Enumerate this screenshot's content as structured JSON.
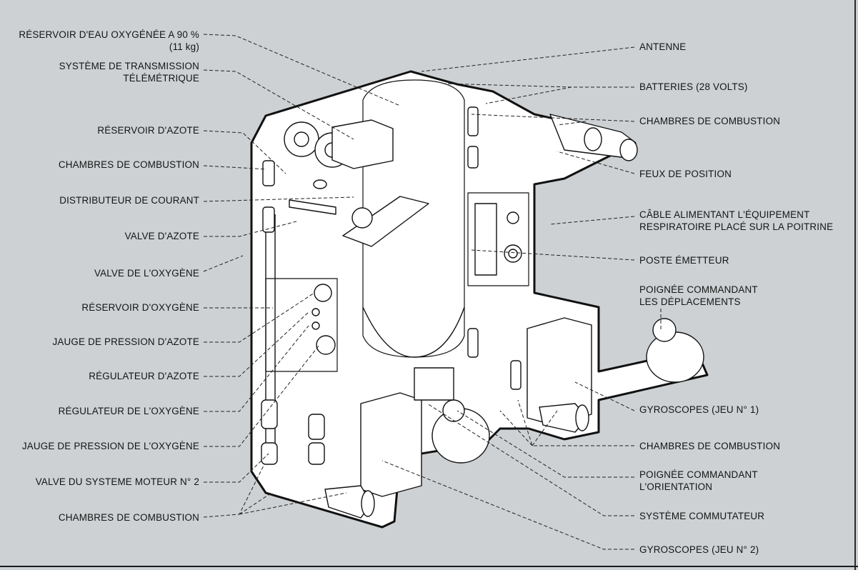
{
  "diagram": {
    "subject": "Manned maneuvering unit backpack (cutaway)",
    "colors": {
      "background": "#cdd1d3",
      "body_fill": "#ffffff",
      "ink": "#141414"
    },
    "labels_left": [
      {
        "id": "reservoir-eau-oxygenee",
        "lines": [
          "RÉSERVOIR D'EAU OXYGÉNÉE A 90 %",
          "(11 kg)"
        ]
      },
      {
        "id": "systeme-transmission-telemetrique",
        "lines": [
          "SYSTÈME DE TRANSMISSION",
          "TÉLÉMÉTRIQUE"
        ]
      },
      {
        "id": "reservoir-azote",
        "lines": [
          "RÉSERVOIR D'AZOTE"
        ]
      },
      {
        "id": "chambres-combustion-top-left",
        "lines": [
          "CHAMBRES DE COMBUSTION"
        ]
      },
      {
        "id": "distributeur-courant",
        "lines": [
          "DISTRIBUTEUR DE COURANT"
        ]
      },
      {
        "id": "valve-azote",
        "lines": [
          "VALVE D'AZOTE"
        ]
      },
      {
        "id": "valve-oxygene",
        "lines": [
          "VALVE DE L'OXYGÈNE"
        ]
      },
      {
        "id": "reservoir-oxygene",
        "lines": [
          "RÉSERVOIR D'OXYGÈNE"
        ]
      },
      {
        "id": "jauge-pression-azote",
        "lines": [
          "JAUGE DE PRESSION D'AZOTE"
        ]
      },
      {
        "id": "regulateur-azote",
        "lines": [
          "RÉGULATEUR D'AZOTE"
        ]
      },
      {
        "id": "regulateur-oxygene",
        "lines": [
          "RÉGULATEUR DE L'OXYGÈNE"
        ]
      },
      {
        "id": "jauge-pression-oxygene",
        "lines": [
          "JAUGE DE PRESSION DE L'OXYGÈNE"
        ]
      },
      {
        "id": "valve-systeme-moteur-2",
        "lines": [
          "VALVE DU SYSTEME MOTEUR N° 2"
        ]
      },
      {
        "id": "chambres-combustion-bottom-left",
        "lines": [
          "CHAMBRES DE COMBUSTION"
        ]
      }
    ],
    "labels_right": [
      {
        "id": "antenne",
        "lines": [
          "ANTENNE"
        ]
      },
      {
        "id": "batteries",
        "lines": [
          "BATTERIES (28 VOLTS)"
        ]
      },
      {
        "id": "chambres-combustion-top-right",
        "lines": [
          "CHAMBRES DE COMBUSTION"
        ]
      },
      {
        "id": "feux-position",
        "lines": [
          "FEUX DE POSITION"
        ]
      },
      {
        "id": "cable-equipement-respiratoire",
        "lines": [
          "CÂBLE ALIMENTANT L'ÉQUIPEMENT",
          "RESPIRATOIRE PLACÉ SUR LA POITRINE"
        ]
      },
      {
        "id": "poste-emetteur",
        "lines": [
          "POSTE ÉMETTEUR"
        ]
      },
      {
        "id": "poignee-deplacements",
        "lines": [
          "POIGNÉE COMMANDANT",
          "LES DÉPLACEMENTS"
        ]
      },
      {
        "id": "gyroscopes-jeu-1",
        "lines": [
          "GYROSCOPES (JEU N° 1)"
        ]
      },
      {
        "id": "chambres-combustion-bottom-right",
        "lines": [
          "CHAMBRES DE COMBUSTION"
        ]
      },
      {
        "id": "poignee-orientation",
        "lines": [
          "POIGNÉE COMMANDANT",
          "L'ORIENTATION"
        ]
      },
      {
        "id": "systeme-commutateur",
        "lines": [
          "SYSTÈME COMMUTATEUR"
        ]
      },
      {
        "id": "gyroscopes-jeu-2",
        "lines": [
          "GYROSCOPES (JEU N° 2)"
        ]
      }
    ]
  }
}
